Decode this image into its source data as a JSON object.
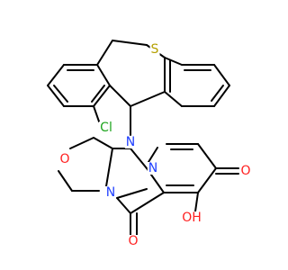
{
  "atoms": {
    "S": {
      "text": "S",
      "color": "#b5a000"
    },
    "Cl": {
      "text": "Cl",
      "color": "#1fa51f"
    },
    "N1": {
      "text": "N",
      "color": "#1f3fff"
    },
    "N2": {
      "text": "N",
      "color": "#1f3fff"
    },
    "N3": {
      "text": "N",
      "color": "#1f3fff"
    },
    "O_ring": {
      "text": "O",
      "color": "#ff1f1f"
    },
    "O_keto_right": {
      "text": "O",
      "color": "#ff1f1f"
    },
    "O_keto_bottom": {
      "text": "O",
      "color": "#ff1f1f"
    },
    "OH": {
      "text": "OH",
      "color": "#ff1f1f"
    }
  }
}
